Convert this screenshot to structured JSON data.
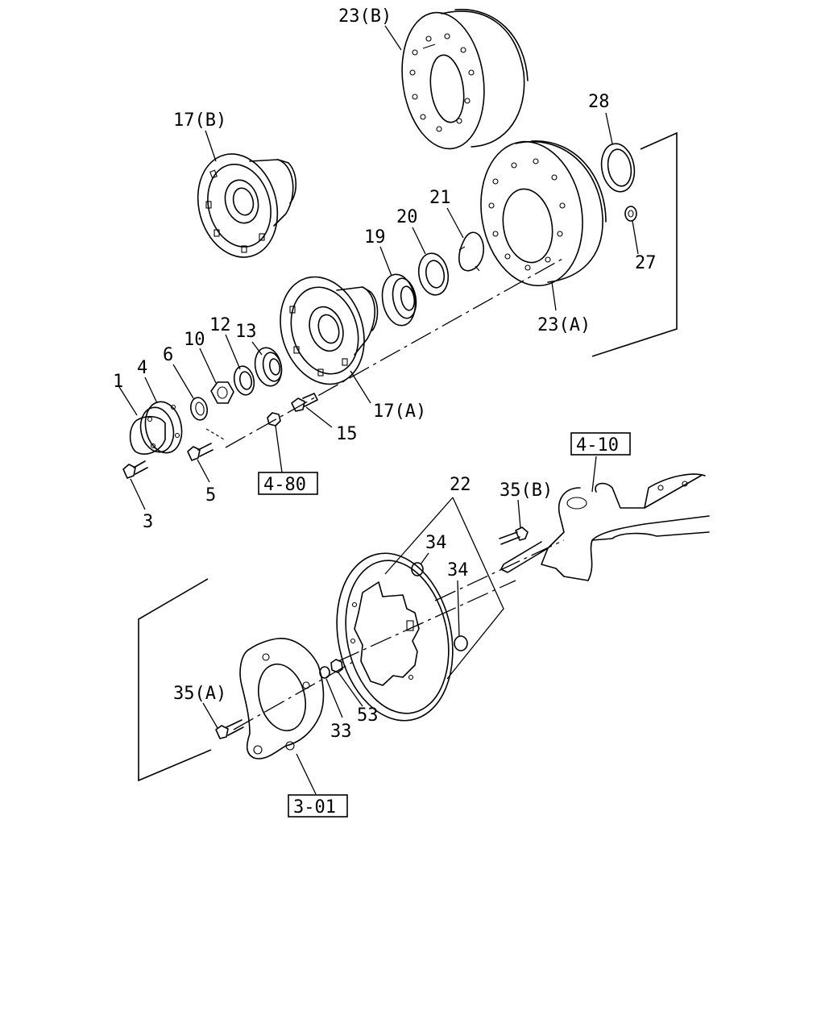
{
  "labels": {
    "l_23b": "23(B)",
    "l_17b": "17(B)",
    "l_28": "28",
    "l_21": "21",
    "l_20": "20",
    "l_19": "19",
    "l_27": "27",
    "l_23a": "23(A)",
    "l_13": "13",
    "l_12": "12",
    "l_10": "10",
    "l_6": "6",
    "l_4": "4",
    "l_1": "1",
    "l_17a": "17(A)",
    "l_15": "15",
    "l_5": "5",
    "l_3": "3",
    "l_22": "22",
    "l_35b": "35(B)",
    "l_34a": "34",
    "l_34b": "34",
    "l_35a": "35(A)",
    "l_33": "33",
    "l_53": "53"
  },
  "references": {
    "ref_480": "4-80",
    "ref_410": "4-10",
    "ref_301": "3-01"
  }
}
